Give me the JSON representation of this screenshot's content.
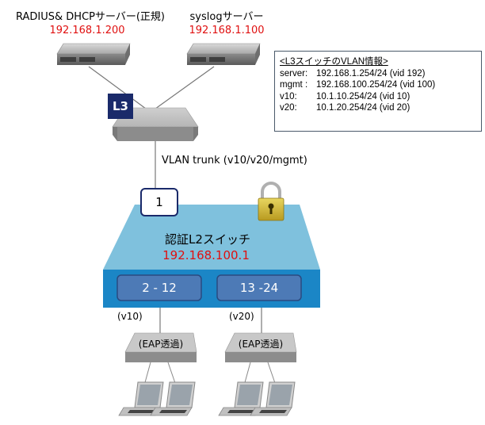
{
  "servers": [
    {
      "name": "RADIUS& DHCPサーバー(正規)",
      "ip": "192.168.1.200"
    },
    {
      "name": "syslogサーバー",
      "ip": "192.168.1.100"
    }
  ],
  "l3_switch": {
    "badge": "L3"
  },
  "trunk_label": "VLAN trunk (v10/v20/mgmt)",
  "l2_switch": {
    "uplink_port": "1",
    "name": "認証L2スイッチ",
    "ip": "192.168.100.1",
    "port_groups": [
      {
        "label": "2 - 12",
        "vlan": "(v10)"
      },
      {
        "label": "13 -24",
        "vlan": "(v20)"
      }
    ]
  },
  "hubs": [
    {
      "label": "(EAP透過)"
    },
    {
      "label": "(EAP透過)"
    }
  ],
  "vlan_info": {
    "title": "<L3スイッチのVLAN情報>",
    "rows": [
      {
        "key": "server:",
        "value": "192.168.1.254/24 (vid 192)"
      },
      {
        "key": "mgmt :",
        "value": "192.168.100.254/24 (vid 100)"
      },
      {
        "key": "v10:",
        "value": "10.1.10.254/24 (vid 10)"
      },
      {
        "key": "v20:",
        "value": "10.1.20.254/24 (vid 20)"
      }
    ]
  },
  "colors": {
    "l2_top": "#7fc1dd",
    "l2_front": "#1b86c6",
    "port_group": "#4d7ab6",
    "l3_badge": "#1a2a6a",
    "ip_red": "#e01010"
  }
}
